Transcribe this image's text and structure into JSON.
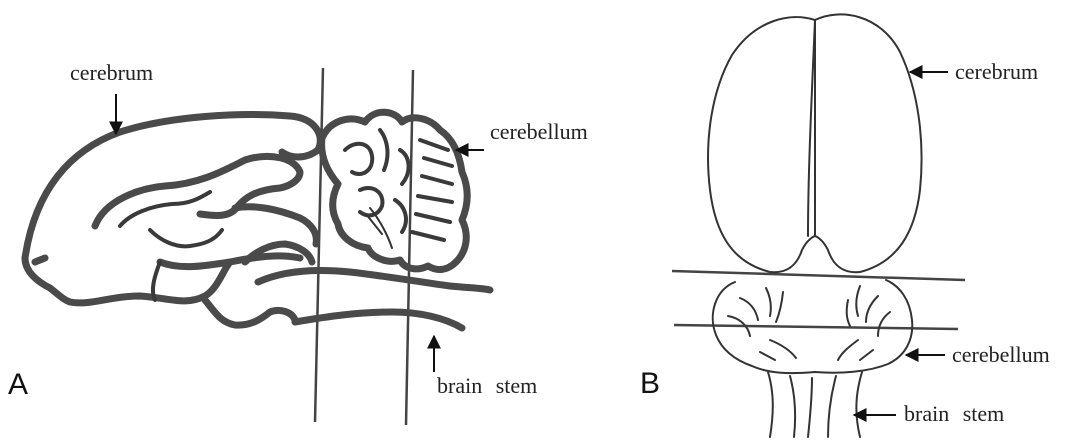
{
  "panel_a": {
    "letter": "A",
    "labels": {
      "cerebrum": "cerebrum",
      "cerebellum": "cerebellum",
      "brain_stem": "brain stem"
    }
  },
  "panel_b": {
    "letter": "B",
    "labels": {
      "cerebrum": "cerebrum",
      "cerebellum": "cerebellum",
      "brain_stem": "brain stem"
    }
  }
}
